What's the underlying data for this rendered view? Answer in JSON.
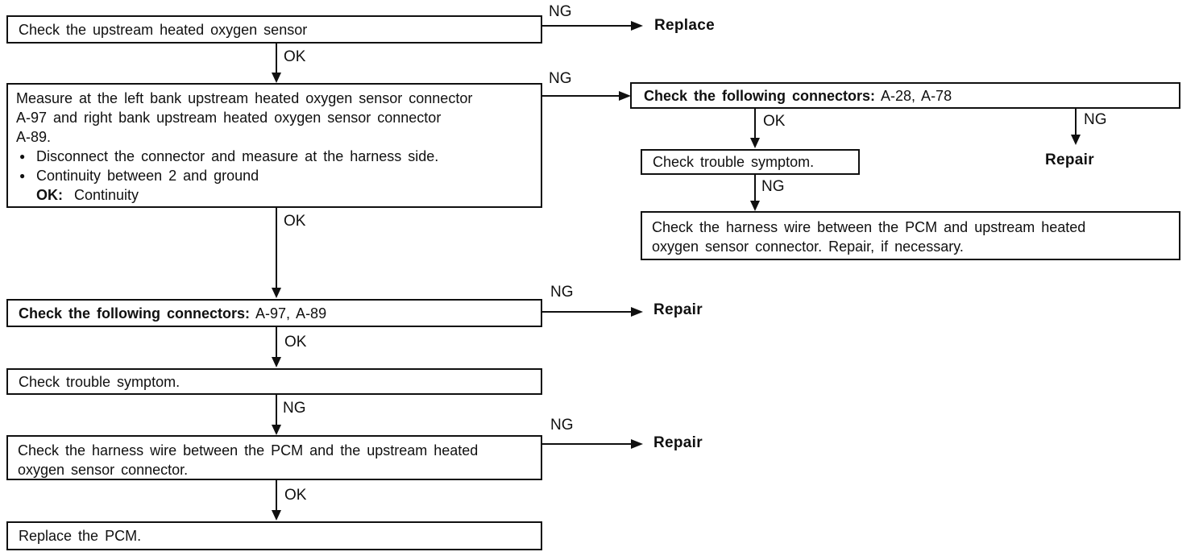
{
  "flow": {
    "labels": {
      "ok": "OK",
      "ng": "NG"
    },
    "terminals": {
      "replace": "Replace",
      "repair": "Repair"
    },
    "left": {
      "step1": {
        "text": "Check the upstream heated oxygen sensor"
      },
      "step2": {
        "bullet": "●",
        "intro_lines": [
          "Measure at the left bank upstream heated oxygen sensor connector",
          "A-97 and right bank upstream heated oxygen sensor connector",
          "A-89."
        ],
        "bullets": [
          "Disconnect the connector and measure at the harness side.",
          "Continuity between 2 and ground"
        ],
        "ok_label": "OK:",
        "ok_value": "Continuity"
      },
      "step3": {
        "bold": "Check the following connectors:",
        "rest": "A-97, A-89"
      },
      "step4": {
        "text": "Check trouble symptom."
      },
      "step5": {
        "lines": [
          "Check the harness wire between the PCM and the upstream heated",
          "oxygen sensor connector."
        ]
      },
      "step6": {
        "text": "Replace the PCM."
      }
    },
    "right": {
      "r1": {
        "bold": "Check the following connectors:",
        "rest": "A-28, A-78"
      },
      "r2": {
        "text": "Check trouble symptom."
      },
      "r3": {
        "lines": [
          "Check the harness wire between the PCM and upstream heated",
          "oxygen sensor connector. Repair, if necessary."
        ]
      }
    }
  }
}
